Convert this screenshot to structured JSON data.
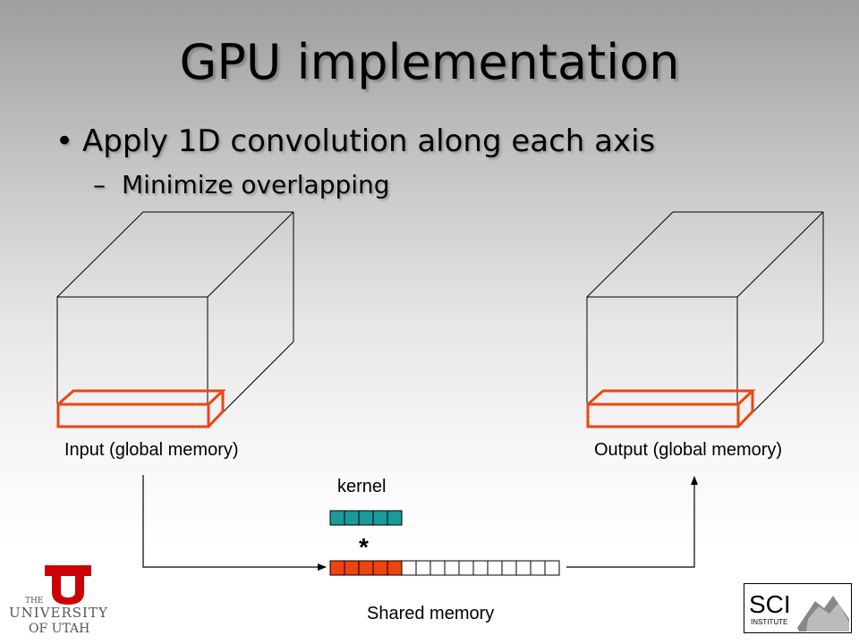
{
  "slide": {
    "title": "GPU implementation",
    "bullets": [
      {
        "marker": "•",
        "text": "Apply 1D convolution along each axis"
      },
      {
        "marker": "–",
        "text": "Minimize overlapping"
      }
    ]
  },
  "diagram": {
    "input_label": "Input (global memory)",
    "output_label": "Output (global memory)",
    "kernel_label": "kernel",
    "operator": "*",
    "shared_memory_label": "Shared memory",
    "kernel_cells": 5,
    "shared_cells": 16,
    "shared_filled_cells": 5,
    "colors": {
      "kernel": "#1a9a9a",
      "highlight": "#ee4411",
      "outline": "#000000"
    }
  },
  "logos": {
    "university": {
      "line1": "THE",
      "line2": "UNIVERSITY",
      "line3": "OF UTAH",
      "mark": "U"
    },
    "sci": {
      "text": "SCI",
      "subtext": "INSTITUTE"
    }
  }
}
